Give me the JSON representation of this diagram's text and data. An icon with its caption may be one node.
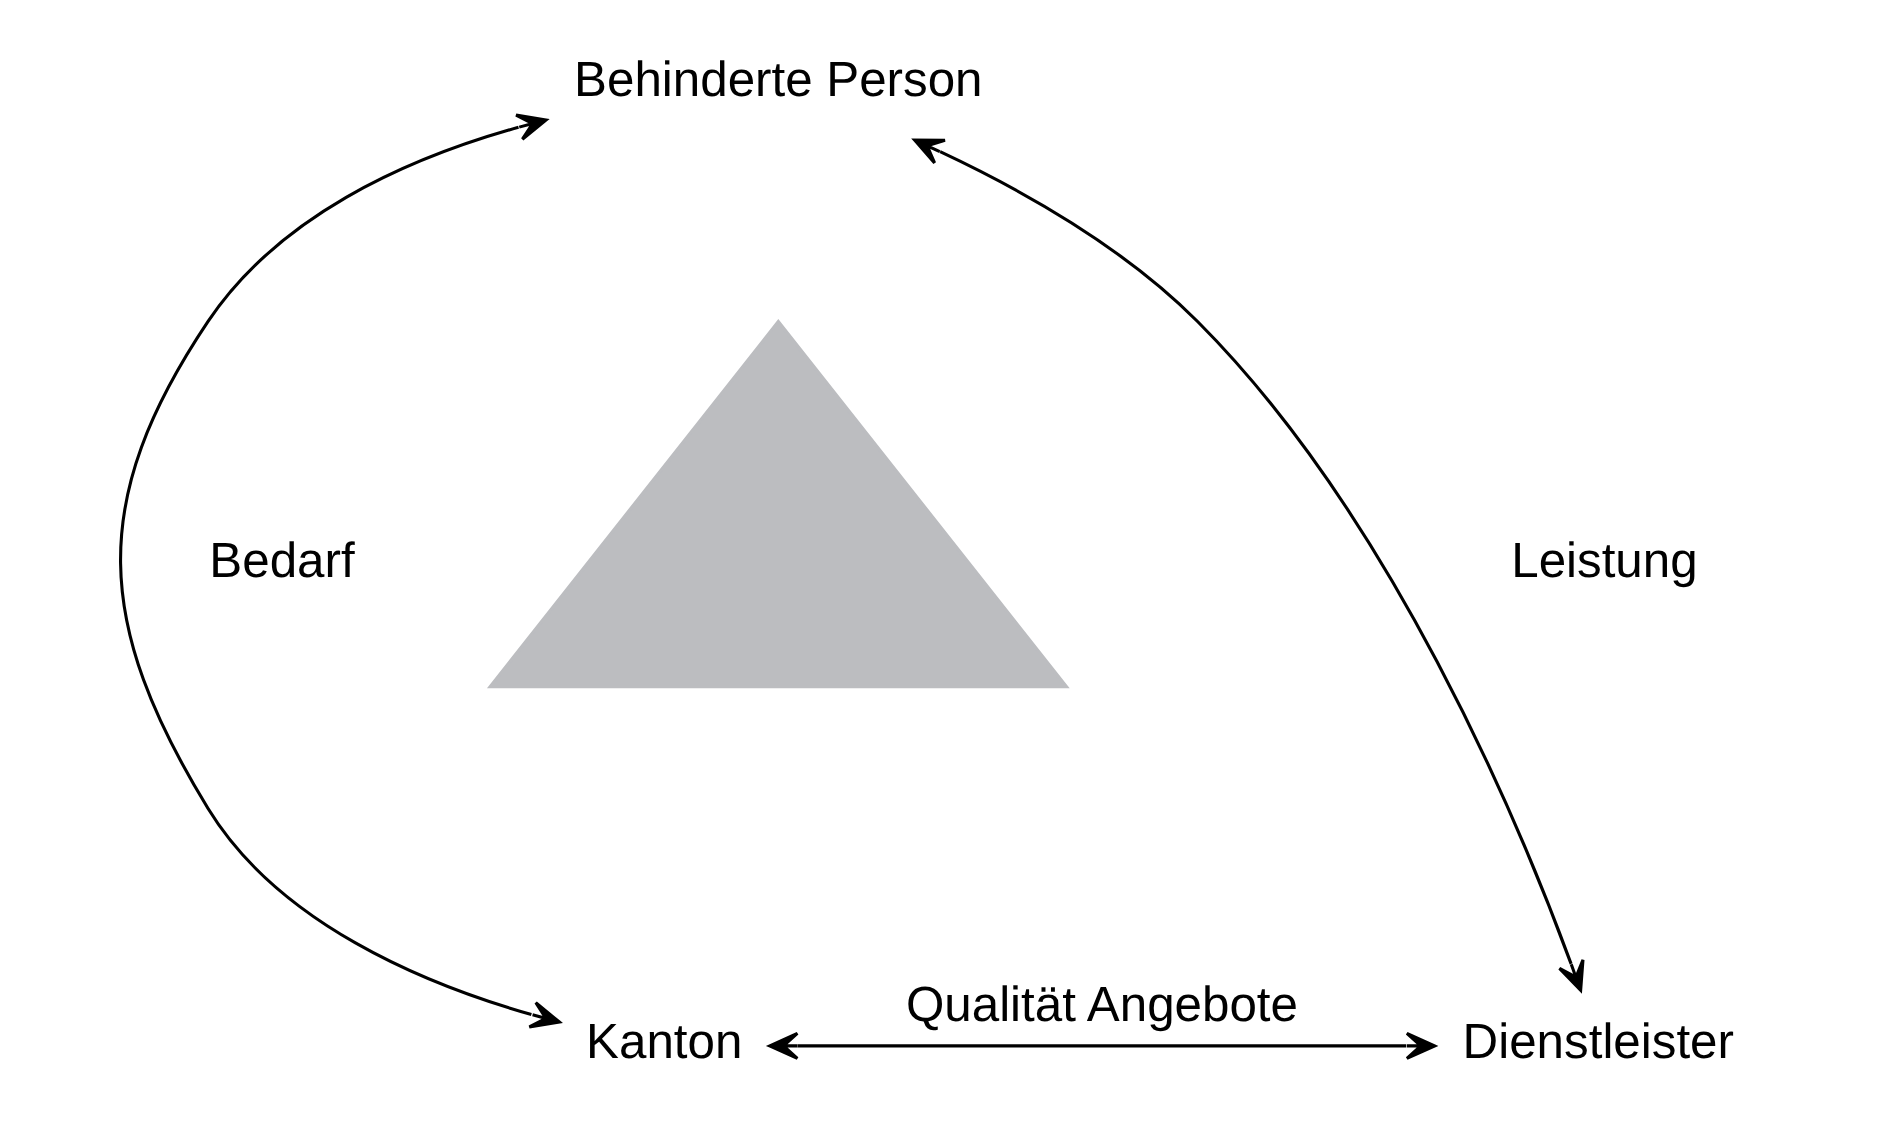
{
  "diagram": {
    "nodes": [
      {
        "text": [
          "Behinderte Person"
        ]
      },
      {
        "text": [
          "Kanton"
        ]
      },
      {
        "text": [
          "Dienstleister"
        ]
      },
      {
        "text": [],
        "shape": "triangle"
      }
    ],
    "edges": [
      {
        "from": 0,
        "to": 1,
        "arrow": "both",
        "label": "Bedarf"
      },
      {
        "from": 0,
        "to": 2,
        "arrow": "both",
        "label": "Leistung"
      },
      {
        "from": 1,
        "to": 2,
        "arrow": "both",
        "label": "Qualität Angebote"
      }
    ]
  }
}
